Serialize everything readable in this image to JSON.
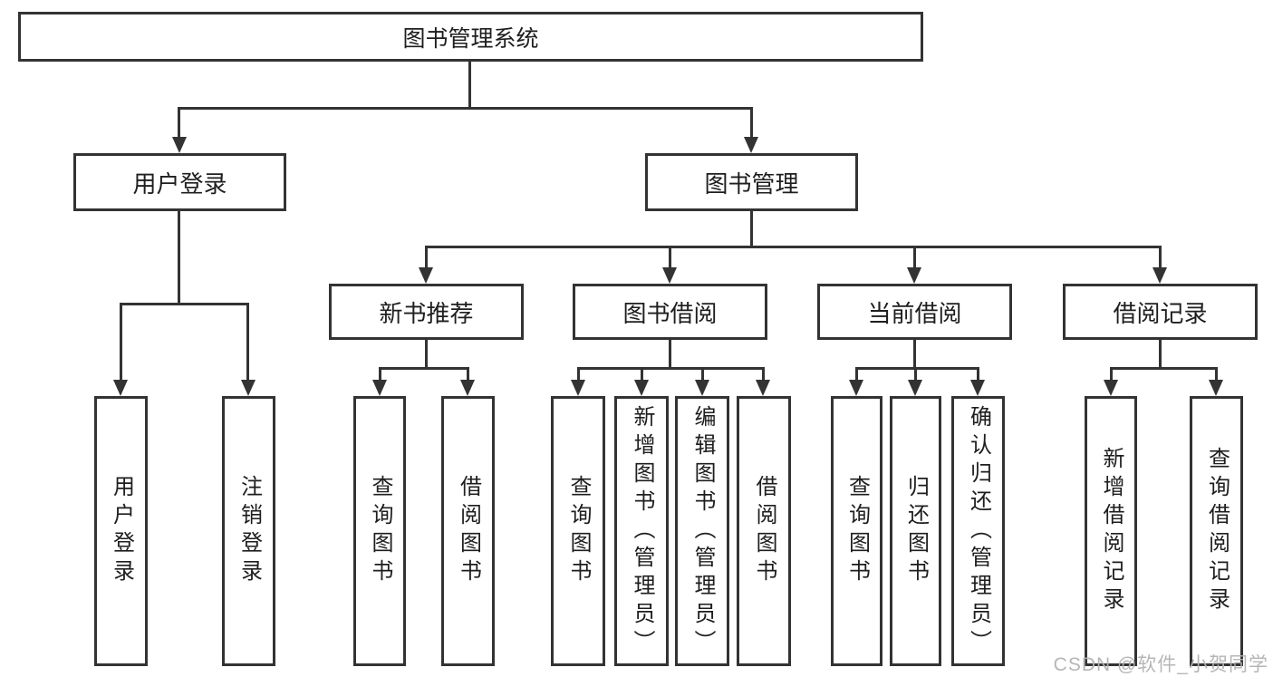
{
  "tree": {
    "root": {
      "label": "图书管理系统"
    },
    "branches": [
      {
        "label": "用户登录",
        "children": [
          {
            "label": "用户登录"
          },
          {
            "label": "注销登录"
          }
        ]
      },
      {
        "label": "图书管理",
        "sections": [
          {
            "label": "新书推荐",
            "children": [
              {
                "label": "查询图书"
              },
              {
                "label": "借阅图书"
              }
            ]
          },
          {
            "label": "图书借阅",
            "children": [
              {
                "label": "查询图书"
              },
              {
                "label": "新增图书（管理员）"
              },
              {
                "label": "编辑图书（管理员）"
              },
              {
                "label": "借阅图书"
              }
            ]
          },
          {
            "label": "当前借阅",
            "children": [
              {
                "label": "查询图书"
              },
              {
                "label": "归还图书"
              },
              {
                "label": "确认归还（管理员）"
              }
            ]
          },
          {
            "label": "借阅记录",
            "children": [
              {
                "label": "新增借阅记录"
              },
              {
                "label": "查询借阅记录"
              }
            ]
          }
        ]
      }
    ]
  },
  "watermark": {
    "text": "CSDN @软件_小贺同学"
  },
  "colors": {
    "line": "#333333",
    "text": "#1e1e1e",
    "watermark": "#b2b2b2",
    "background": "#ffffff"
  }
}
